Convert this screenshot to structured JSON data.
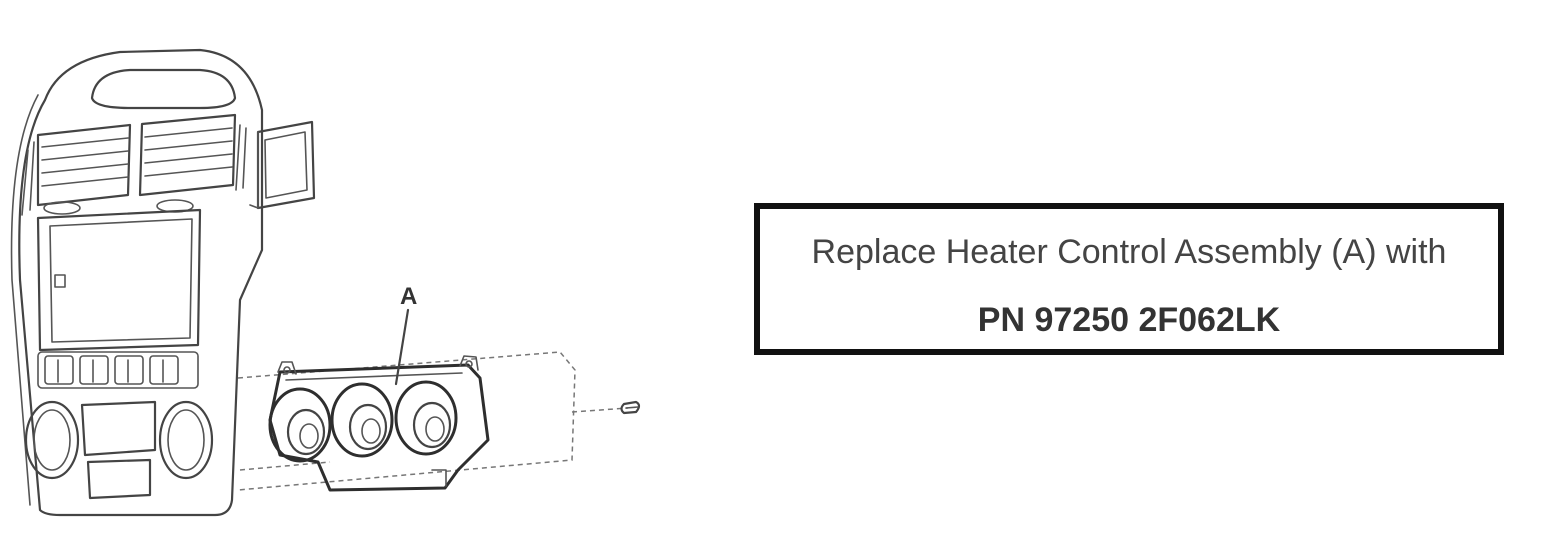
{
  "diagram": {
    "callout_label": "A",
    "parts": [
      "dashboard-center-fascia",
      "heater-control-assembly",
      "mounting-screw"
    ]
  },
  "notice": {
    "line1": "Replace Heater Control Assembly (A) with",
    "line2": "PN 97250 2F062LK"
  }
}
